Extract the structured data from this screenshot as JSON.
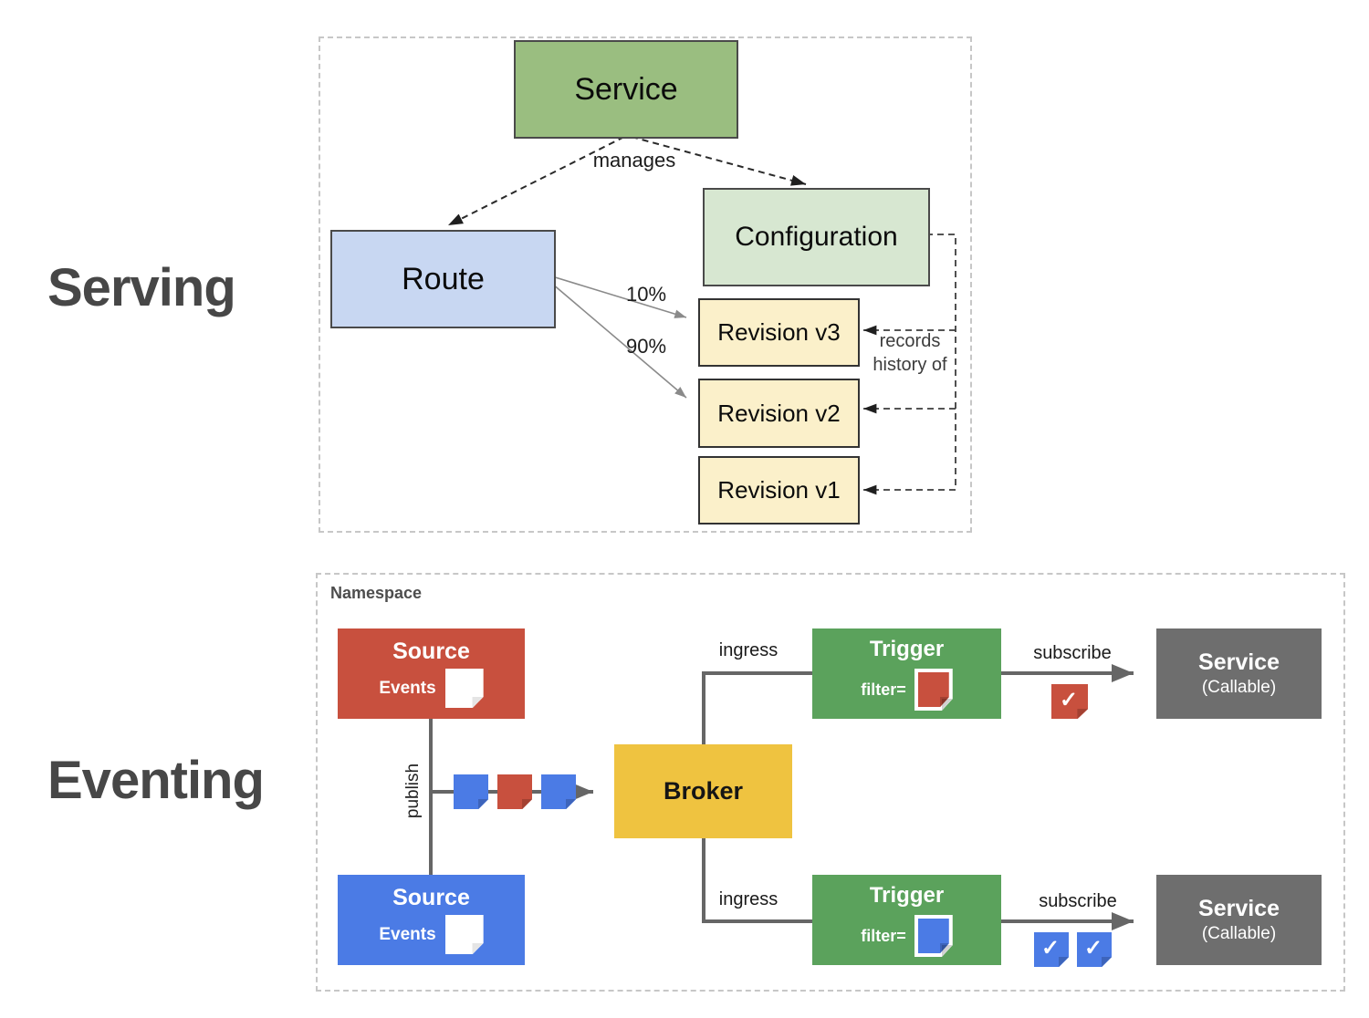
{
  "serving": {
    "section_label": "Serving",
    "boxes": {
      "service": "Service",
      "route": "Route",
      "configuration": "Configuration",
      "revisions": [
        "Revision v3",
        "Revision v2",
        "Revision v1"
      ]
    },
    "labels": {
      "manages": "manages",
      "traffic_v3": "10%",
      "traffic_v2": "90%",
      "records_history": "records history of"
    },
    "colors": {
      "service_fill": "#9abe80",
      "route_fill": "#c8d7f2",
      "configuration_fill": "#d7e7d1",
      "revision_fill": "#fbf0ca"
    }
  },
  "eventing": {
    "section_label": "Eventing",
    "namespace_label": "Namespace",
    "publish_label": "publish",
    "broker_label": "Broker",
    "checkmark": "✓",
    "sources": [
      {
        "title": "Source",
        "events_label": "Events",
        "color": "#c8503e"
      },
      {
        "title": "Source",
        "events_label": "Events",
        "color": "#4b7be5"
      }
    ],
    "flows": [
      {
        "ingress_label": "ingress",
        "trigger_label": "Trigger",
        "filter_label": "filter=",
        "filter_color": "#c8503e",
        "subscribe_label": "subscribe",
        "service_title": "Service",
        "service_subtitle": "(Callable)"
      },
      {
        "ingress_label": "ingress",
        "trigger_label": "Trigger",
        "filter_label": "filter=",
        "filter_color": "#4b7be5",
        "subscribe_label": "subscribe",
        "service_title": "Service",
        "service_subtitle": "(Callable)"
      }
    ],
    "colors": {
      "trigger_fill": "#5ba25c",
      "broker_fill": "#efc340",
      "service_fill": "#6e6e6e",
      "event_red": "#c8503e",
      "event_blue": "#4b7be5"
    }
  }
}
